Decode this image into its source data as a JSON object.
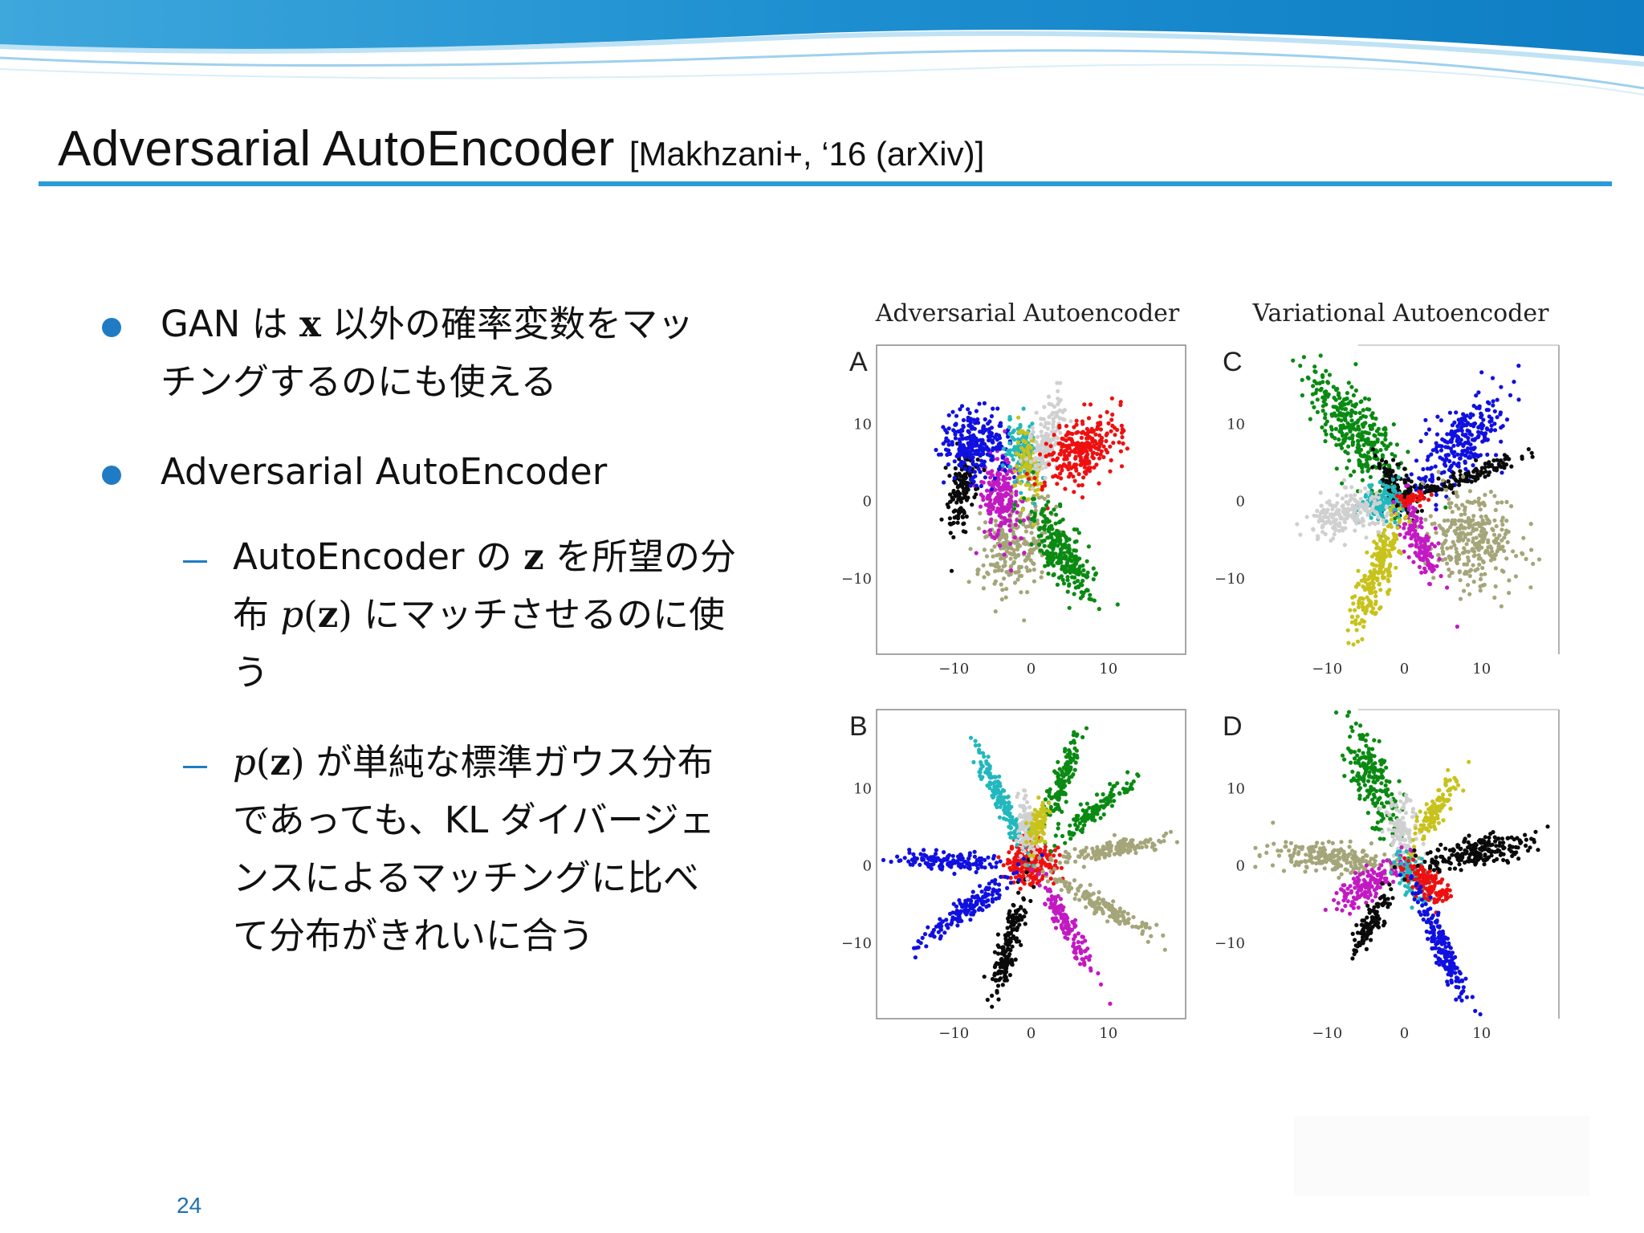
{
  "slide": {
    "title": "Adversarial AutoEncoder",
    "citation": "[Makhzani+, ‘16 (arXiv)]",
    "page_number": "24",
    "accent_color": "#2b9ad8",
    "bullet_color": "#1f7cc4"
  },
  "bullets": [
    {
      "level": 1,
      "lines": [
        "GAN は x 以外の確率変数をマッ",
        "チングするのにも使える"
      ]
    },
    {
      "level": 1,
      "lines": [
        "Adversarial AutoEncoder"
      ]
    },
    {
      "level": 2,
      "lines": [
        "AutoEncoder の z を所望の分",
        "布 p(z) にマッチさせるのに使",
        "う"
      ]
    },
    {
      "level": 2,
      "lines": [
        "p(z) が単純な標準ガウス分布",
        "であっても、KL ダイバージェ",
        "ンスによるマッチングに比べ",
        "て分布がきれいに合う"
      ]
    }
  ],
  "figure": {
    "column_titles": [
      "Adversarial Autoencoder",
      "Variational Autoencoder"
    ],
    "panel_labels": [
      "A",
      "C",
      "B",
      "D"
    ],
    "y_ticks": [
      "10",
      "0",
      "−10"
    ],
    "x_ticks": [
      "−10",
      "0",
      "10"
    ],
    "class_colors": {
      "blue": "#1010e0",
      "green": "#0a8a12",
      "red": "#ee1010",
      "black": "#0a0a0a",
      "magenta": "#c21ac2",
      "olive": "#a5a57a",
      "cyan": "#22b8bd",
      "yellow": "#c8c21c",
      "lightgray": "#d0d0d0"
    }
  }
}
